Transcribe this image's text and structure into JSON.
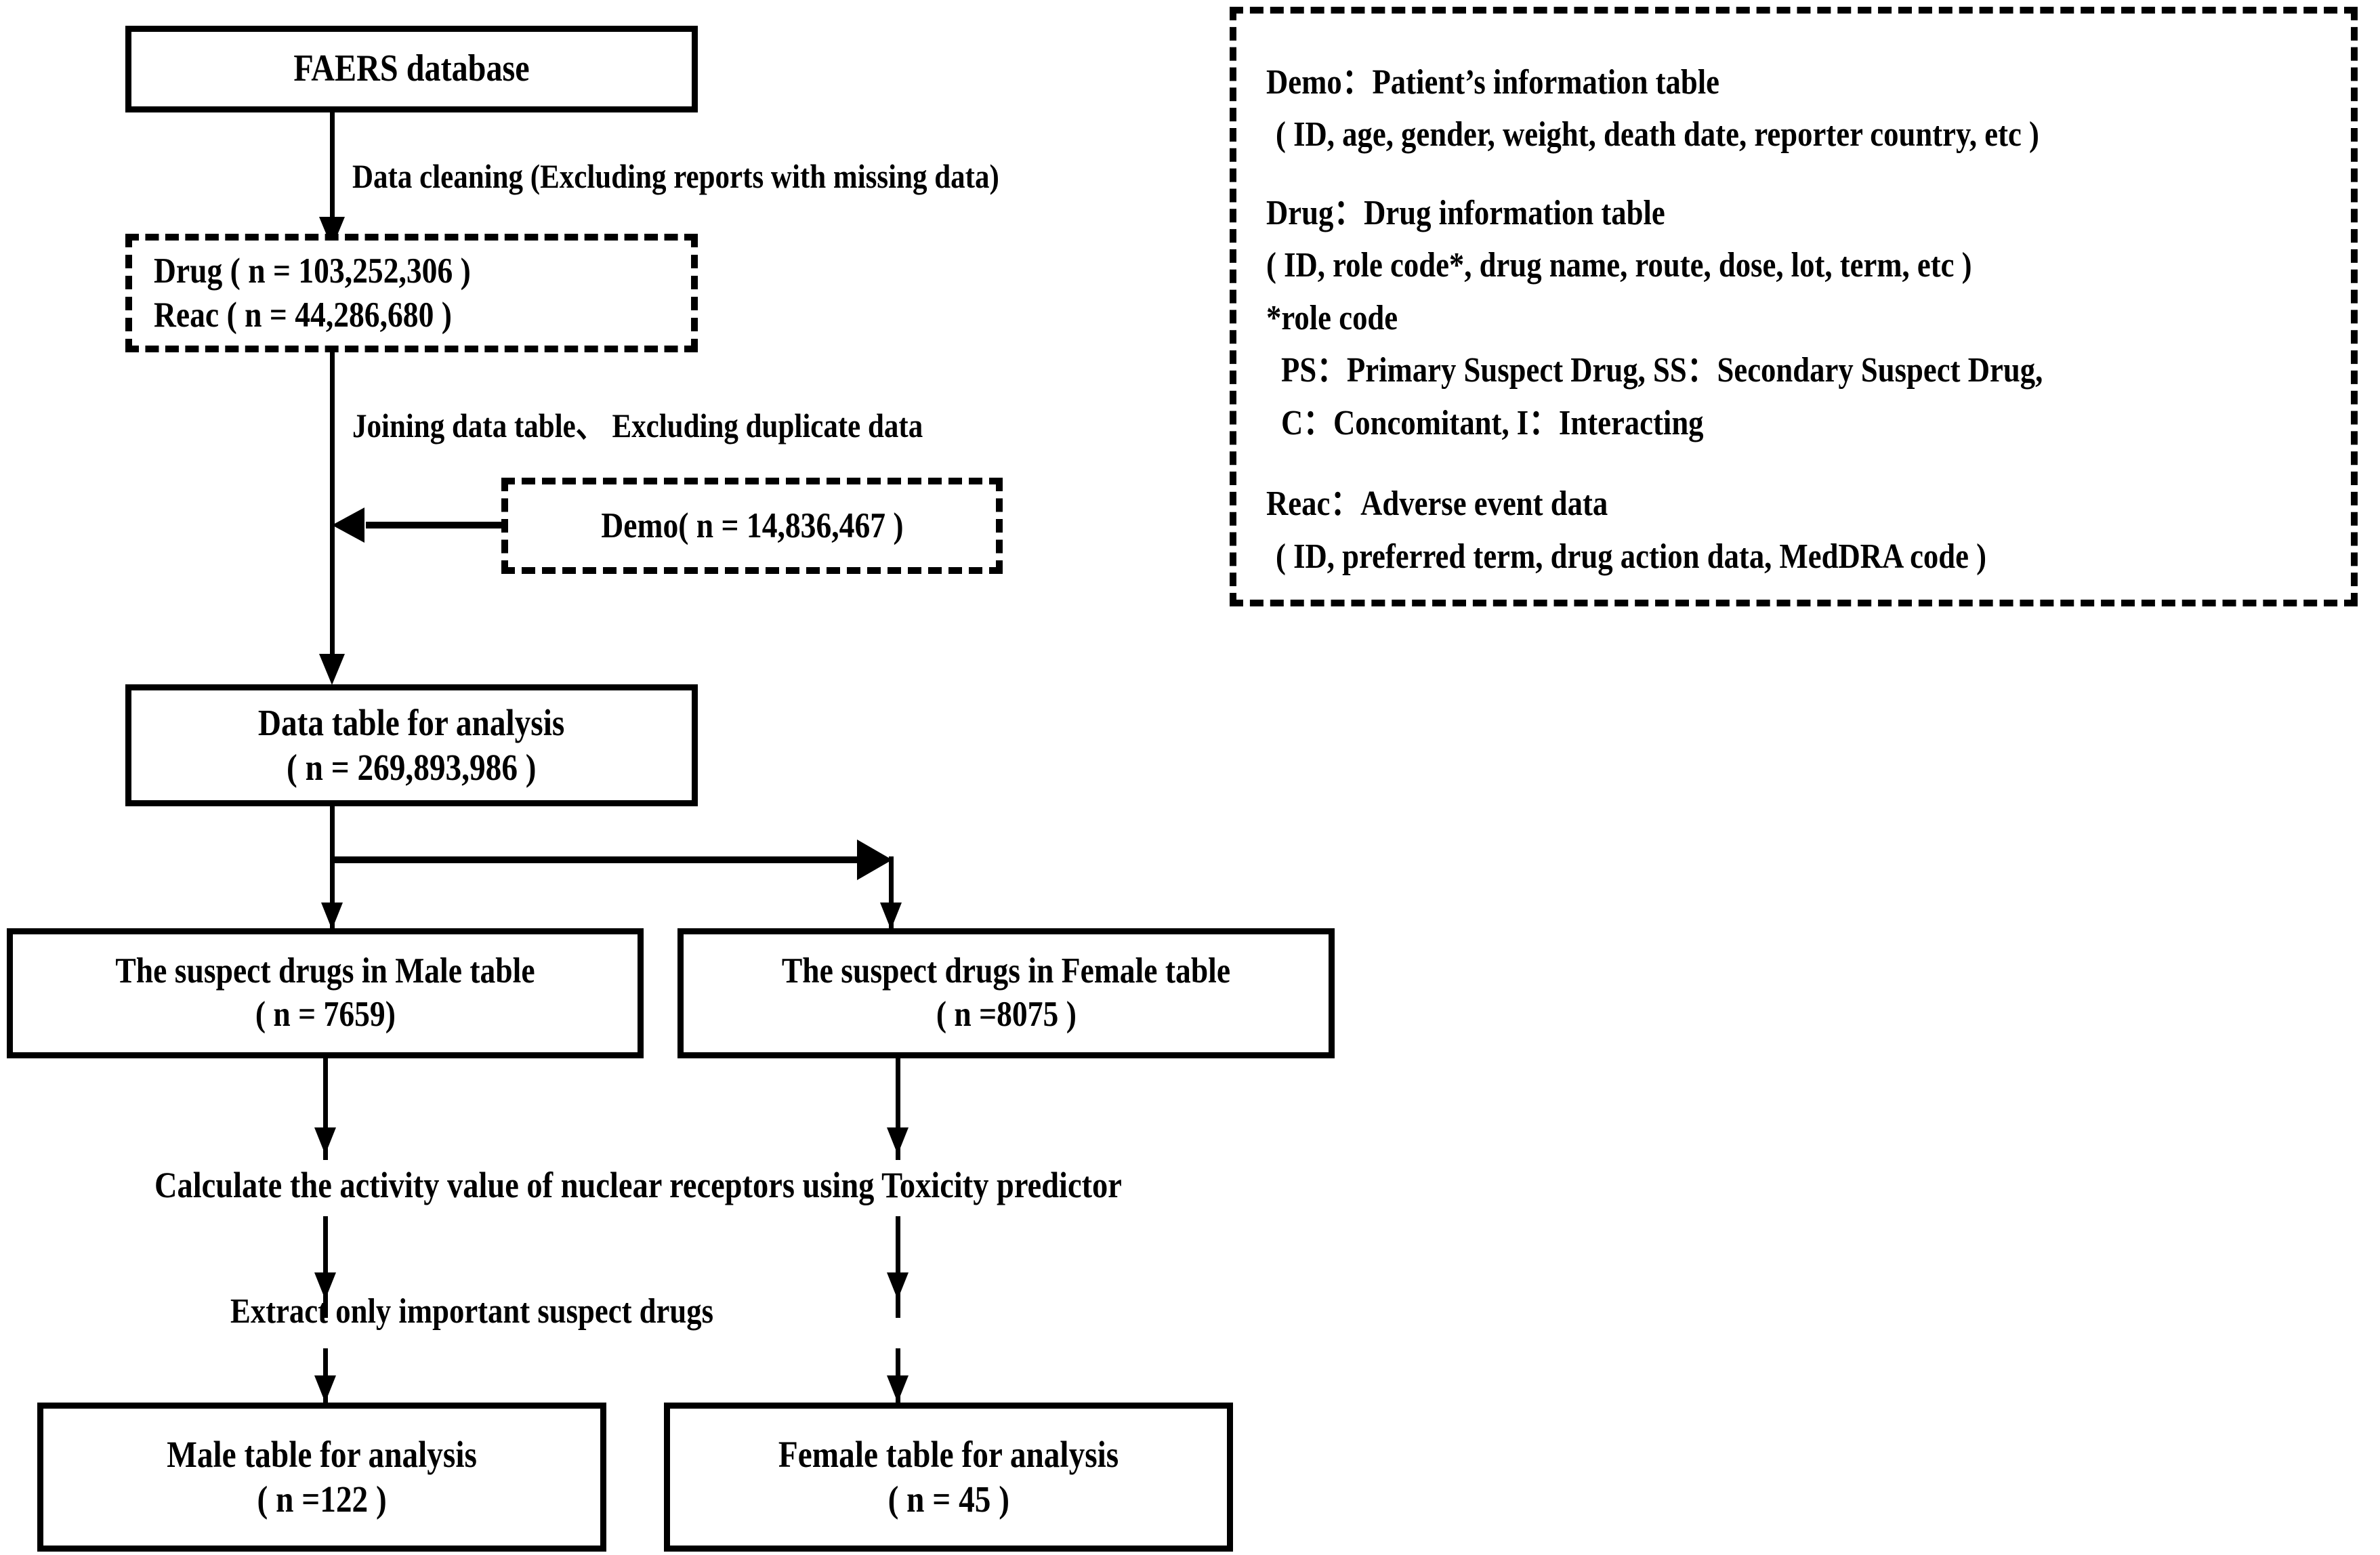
{
  "flow": {
    "source_box": {
      "line1": "FAERS database"
    },
    "edge_cleaning_label": "Data cleaning (Excluding reports with missing data)",
    "raw_tables_box": {
      "line1": "Drug ( n = 103,252,306 )",
      "line2": "Reac ( n = 44,286,680 )"
    },
    "edge_join_label": "Joining data table、 Excluding duplicate data",
    "demo_box": {
      "line1": "Demo( n = 14,836,467 )"
    },
    "analysis_table_box": {
      "line1": "Data table for analysis",
      "line2": "( n = 269,893,986 )"
    },
    "male_suspect_box": {
      "line1": "The suspect drugs in Male table",
      "line2": "( n = 7659)"
    },
    "female_suspect_box": {
      "line1": "The suspect drugs in Female table",
      "line2": "( n =8075 )"
    },
    "edge_toxicity_label": "Calculate the activity value of nuclear receptors using Toxicity predictor",
    "edge_extract_label": "Extract only important suspect drugs",
    "male_final_box": {
      "line1": "Male table for analysis",
      "line2": "( n =122 )"
    },
    "female_final_box": {
      "line1": "Female table for analysis",
      "line2": "( n = 45 )"
    }
  },
  "legend": {
    "demo_title": "Demo：Patient’s information table",
    "demo_fields": "( ID, age, gender, weight, death date, reporter country, etc )",
    "drug_title": "Drug：Drug information table",
    "drug_fields": "( ID, role code*, drug name, route, dose, lot, term, etc )",
    "rolecode_title": "*role code",
    "rolecode_line1": "PS：Primary Suspect Drug, SS：Secondary Suspect Drug,",
    "rolecode_line2": "C：Concomitant,  I：Interacting",
    "reac_title": "Reac：Adverse event data",
    "reac_fields": "( ID, preferred term, drug action data, MedDRA code )"
  },
  "colors": {
    "ink": "#000000",
    "paper": "#ffffff"
  }
}
